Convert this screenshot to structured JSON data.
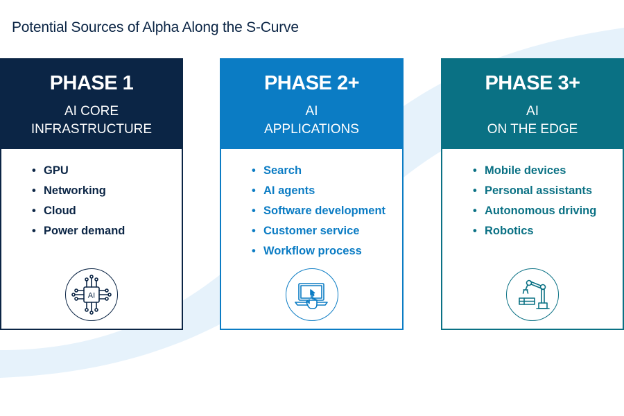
{
  "title": "Potential Sources of Alpha Along the S-Curve",
  "phases": [
    {
      "name": "PHASE 1",
      "subtitle_line1": "AI CORE",
      "subtitle_line2": "INFRASTRUCTURE",
      "items": [
        "GPU",
        "Networking",
        "Cloud",
        "Power demand"
      ],
      "icon": "ai-chip-icon",
      "icon_text": "AI",
      "color": "#0b2545"
    },
    {
      "name": "PHASE 2+",
      "subtitle_line1": "AI",
      "subtitle_line2": "APPLICATIONS",
      "items": [
        "Search",
        "AI agents",
        "Software development",
        "Customer service",
        "Workflow process"
      ],
      "icon": "laptop-touch-icon",
      "color": "#0b7cc4"
    },
    {
      "name": "PHASE 3+",
      "subtitle_line1": "AI",
      "subtitle_line2": "ON THE EDGE",
      "items": [
        "Mobile devices",
        "Personal assistants",
        "Autonomous driving",
        "Robotics"
      ],
      "icon": "robotic-arm-icon",
      "color": "#0a7184"
    }
  ],
  "bullet_char": "•",
  "background_curve_color": "#e6f2fb"
}
